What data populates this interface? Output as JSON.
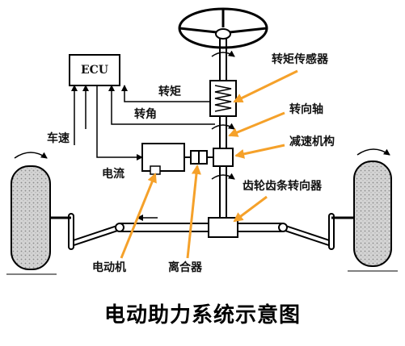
{
  "diagram": {
    "title": "电动助力系统示意图",
    "ecu_label": "ECU",
    "labels": {
      "torque_sensor": "转矩传感器",
      "steering_shaft": "转向轴",
      "reduction_mechanism": "减速机构",
      "rack_pinion_steering": "齿轮齿条转向器",
      "torque_signal": "转矩",
      "steering_angle_signal": "转角",
      "vehicle_speed_signal": "车速",
      "current_signal": "电流",
      "electric_motor": "电动机",
      "clutch": "离合器"
    },
    "colors": {
      "line": "#000000",
      "arrow": "#F5A12A",
      "tire": "#CFCFCF",
      "component": "#FFFFFF"
    }
  }
}
